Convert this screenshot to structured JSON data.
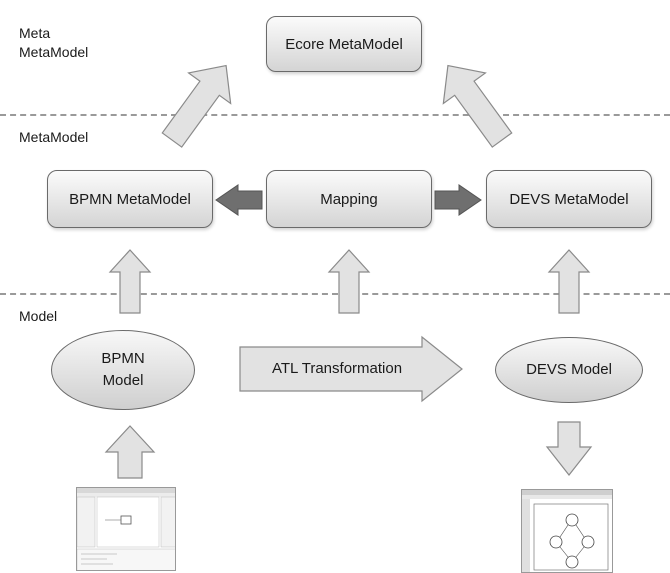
{
  "layers": {
    "meta_metamodel_line1": "Meta",
    "meta_metamodel_line2": "MetaModel",
    "metamodel": "MetaModel",
    "model": "Model"
  },
  "nodes": {
    "ecore": "Ecore MetaModel",
    "bpmn_metamodel": "BPMN MetaModel",
    "mapping": "Mapping",
    "devs_metamodel": "DEVS MetaModel",
    "bpmn_model_line1": "BPMN",
    "bpmn_model_line2": "Model",
    "devs_model": "DEVS Model",
    "atl_transformation": "ATL Transformation"
  },
  "colors": {
    "dark_arrow": "#6f6f6f",
    "light_arrow": "#e2e2e2",
    "outline": "#8a8a8a"
  }
}
